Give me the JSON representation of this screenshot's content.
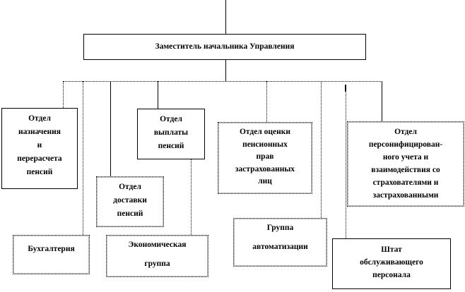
{
  "head": {
    "label": "Заместитель начальника Управления"
  },
  "units": [
    {
      "id": "naznachenie",
      "lines": [
        "Отдел",
        "назначения",
        "и",
        "перерасчета",
        "пенсий"
      ]
    },
    {
      "id": "buhgalteria",
      "lines": [
        "Бухгалтерия"
      ]
    },
    {
      "id": "dostavka",
      "lines": [
        "Отдел",
        "доставки",
        "пенсий"
      ]
    },
    {
      "id": "vyplata",
      "lines": [
        "Отдел",
        "выплаты",
        "пенсий"
      ]
    },
    {
      "id": "ekonom",
      "lines": [
        "Экономическая",
        "группа"
      ]
    },
    {
      "id": "ocenka",
      "lines": [
        "Отдел оценки",
        "пенсионных",
        "прав",
        "застрахованных",
        "лиц"
      ]
    },
    {
      "id": "avtomat",
      "lines": [
        "Группа",
        "автоматизации"
      ]
    },
    {
      "id": "personif",
      "lines": [
        "Отдел",
        "персонифицирован-",
        "ного учета и",
        "взаимодействия со",
        "страхователями и",
        "застрахованными"
      ]
    },
    {
      "id": "shtat",
      "lines": [
        "Штат",
        "обслуживающего",
        "персонала"
      ]
    }
  ]
}
